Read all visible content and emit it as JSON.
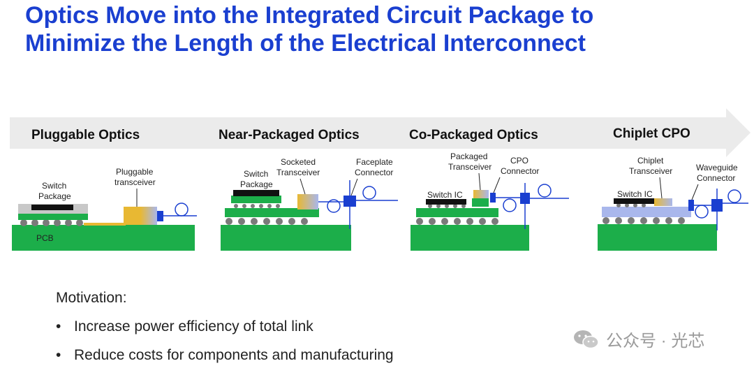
{
  "title": {
    "line1": "Optics Move into the Integrated Circuit Package to",
    "line2": "Minimize the Length of the Electrical Interconnect"
  },
  "stages": [
    {
      "title": "Pluggable Optics",
      "labels": [
        "Switch",
        "Package",
        "Pluggable",
        "transceiver",
        "PCB"
      ]
    },
    {
      "title": "Near-Packaged Optics",
      "labels": [
        "Switch",
        "Package",
        "Socketed",
        "Transceiver",
        "Faceplate",
        "Connector"
      ]
    },
    {
      "title": "Co-Packaged Optics",
      "labels": [
        "Packaged",
        "Transceiver",
        "CPO",
        "Connector",
        "Switch IC"
      ]
    },
    {
      "title": "Chiplet CPO",
      "labels": [
        "Chiplet",
        "Transceiver",
        "Waveguide",
        "Connector",
        "Switch IC"
      ]
    }
  ],
  "motivation": {
    "heading": "Motivation:",
    "bullets": [
      "Increase power efficiency of total link",
      "Reduce costs for components and manufacturing"
    ]
  },
  "watermark": "公众号 · 光芯",
  "colors": {
    "title": "#1a3fd0",
    "pcb_green": "#1cae4a",
    "arrow_gray": "#ebebeb",
    "chip_black": "#111111",
    "transceiver_yellow": "#e8b833",
    "connector_blue": "#1a3fd0",
    "waveguide_lavender": "#a9b7ec"
  }
}
